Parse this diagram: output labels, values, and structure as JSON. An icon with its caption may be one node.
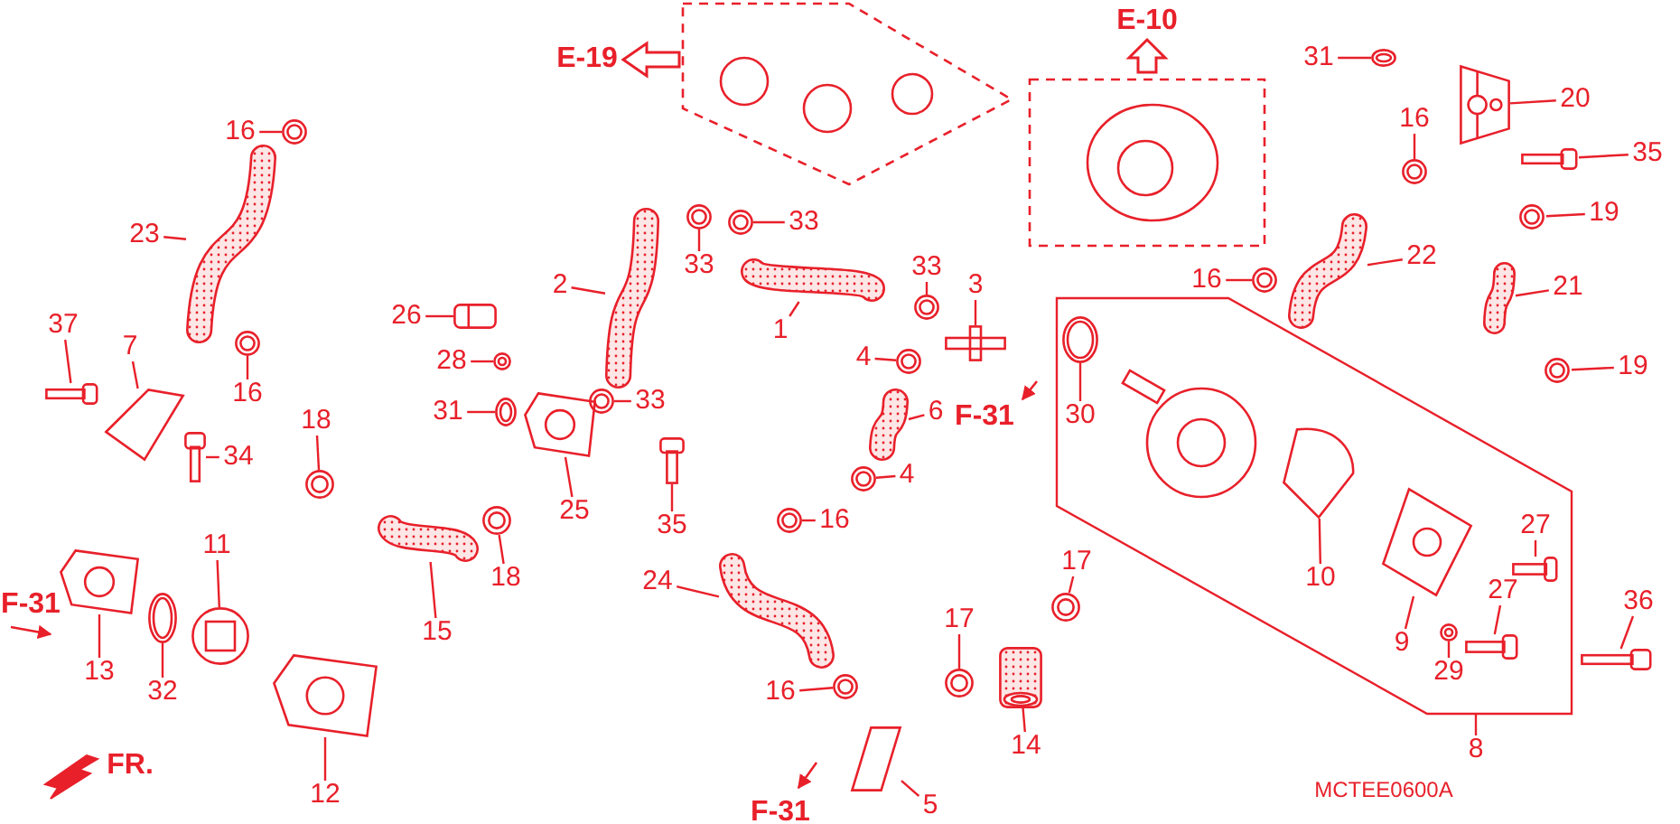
{
  "diagram": {
    "nodes": [
      {
        "text": [
          "16"
        ]
      },
      {
        "text": [
          "23"
        ]
      },
      {
        "text": [
          "37"
        ]
      },
      {
        "text": [
          "7"
        ]
      },
      {
        "text": [
          "16"
        ]
      },
      {
        "text": [
          "34"
        ]
      },
      {
        "text": [
          "13"
        ]
      },
      {
        "text": [
          "32"
        ]
      },
      {
        "text": [
          "11"
        ]
      },
      {
        "text": [
          "12"
        ]
      },
      {
        "text": [
          "18"
        ]
      },
      {
        "text": [
          "15"
        ]
      },
      {
        "text": [
          "18"
        ]
      },
      {
        "text": [
          "26"
        ]
      },
      {
        "text": [
          "28"
        ]
      },
      {
        "text": [
          "31"
        ]
      },
      {
        "text": [
          "25"
        ]
      },
      {
        "text": [
          "2"
        ]
      },
      {
        "text": [
          "33"
        ]
      },
      {
        "text": [
          "33"
        ]
      },
      {
        "text": [
          "33"
        ]
      },
      {
        "text": [
          "35"
        ]
      },
      {
        "text": [
          "1"
        ]
      },
      {
        "text": [
          "33"
        ]
      },
      {
        "text": [
          "3"
        ]
      },
      {
        "text": [
          "4"
        ]
      },
      {
        "text": [
          "6"
        ]
      },
      {
        "text": [
          "4"
        ]
      },
      {
        "text": [
          "24"
        ]
      },
      {
        "text": [
          "16"
        ]
      },
      {
        "text": [
          "16"
        ]
      },
      {
        "text": [
          "17"
        ]
      },
      {
        "text": [
          "17"
        ]
      },
      {
        "text": [
          "14"
        ]
      },
      {
        "text": [
          "5"
        ]
      },
      {
        "text": [
          "30"
        ]
      },
      {
        "text": [
          "31"
        ]
      },
      {
        "text": [
          "20"
        ]
      },
      {
        "text": [
          "35"
        ]
      },
      {
        "text": [
          "16"
        ]
      },
      {
        "text": [
          "19"
        ]
      },
      {
        "text": [
          "22"
        ]
      },
      {
        "text": [
          "21"
        ]
      },
      {
        "text": [
          "19"
        ]
      },
      {
        "text": [
          "16"
        ]
      },
      {
        "text": [
          "10"
        ]
      },
      {
        "text": [
          "27"
        ]
      },
      {
        "text": [
          "27"
        ]
      },
      {
        "text": [
          "9"
        ]
      },
      {
        "text": [
          "29"
        ]
      },
      {
        "text": [
          "36"
        ]
      },
      {
        "text": [
          "8"
        ]
      },
      {
        "text": [],
        "shape": "picture"
      },
      {
        "text": [],
        "shape": "picture"
      },
      {
        "text": [],
        "shape": "picture"
      },
      {
        "text": [],
        "shape": "picture"
      },
      {
        "text": [],
        "shape": "picture"
      },
      {
        "text": [],
        "shape": "picture"
      },
      {
        "text": [],
        "shape": "picture"
      },
      {
        "text": [],
        "shape": "picture"
      },
      {
        "text": [],
        "shape": "picture"
      },
      {
        "text": [],
        "shape": "picture"
      },
      {
        "text": [],
        "shape": "picture"
      },
      {
        "text": [],
        "shape": "picture"
      },
      {
        "text": [],
        "shape": "picture"
      },
      {
        "text": [],
        "shape": "picture"
      },
      {
        "text": [],
        "shape": "picture"
      },
      {
        "text": [],
        "shape": "picture"
      },
      {
        "text": [],
        "shape": "picture"
      },
      {
        "text": [],
        "shape": "picture"
      },
      {
        "text": [],
        "shape": "picture"
      },
      {
        "text": [],
        "shape": "picture"
      },
      {
        "text": [],
        "shape": "picture"
      },
      {
        "text": [],
        "shape": "picture"
      },
      {
        "text": [],
        "shape": "picture"
      },
      {
        "text": [],
        "shape": "picture"
      },
      {
        "text": [],
        "shape": "picture"
      },
      {
        "text": [],
        "shape": "picture"
      },
      {
        "text": [],
        "shape": "picture"
      },
      {
        "text": [],
        "shape": "picture"
      },
      {
        "text": [],
        "shape": "picture"
      },
      {
        "text": [],
        "shape": "picture"
      },
      {
        "text": [],
        "shape": "picture"
      },
      {
        "text": [],
        "shape": "picture"
      },
      {
        "text": [],
        "shape": "picture"
      },
      {
        "text": [],
        "shape": "picture"
      },
      {
        "text": [],
        "shape": "picture"
      },
      {
        "text": [],
        "shape": "picture"
      },
      {
        "text": [],
        "shape": "picture"
      },
      {
        "text": [],
        "shape": "picture"
      },
      {
        "text": [],
        "shape": "picture"
      },
      {
        "text": [],
        "shape": "picture"
      },
      {
        "text": [],
        "shape": "picture"
      },
      {
        "text": [],
        "shape": "picture"
      },
      {
        "text": [],
        "shape": "picture"
      },
      {
        "text": [],
        "shape": "picture"
      },
      {
        "text": [],
        "shape": "picture"
      },
      {
        "text": [],
        "shape": "picture"
      },
      {
        "text": [],
        "shape": "picture"
      },
      {
        "text": [],
        "shape": "picture"
      },
      {
        "text": [],
        "shape": "picture"
      },
      {
        "text": [],
        "shape": "picture"
      },
      {
        "text": [],
        "shape": "picture"
      }
    ],
    "edges": [
      {
        "from": 0,
        "to": 52,
        "arrow": "none"
      },
      {
        "from": 1,
        "to": 53,
        "arrow": "none"
      },
      {
        "from": 2,
        "to": 54,
        "arrow": "none"
      },
      {
        "from": 3,
        "to": 55,
        "arrow": "none"
      },
      {
        "from": 4,
        "to": 56,
        "arrow": "none"
      },
      {
        "from": 5,
        "to": 57,
        "arrow": "none"
      },
      {
        "from": 6,
        "to": 58,
        "arrow": "none"
      },
      {
        "from": 7,
        "to": 59,
        "arrow": "none"
      },
      {
        "from": 8,
        "to": 60,
        "arrow": "none"
      },
      {
        "from": 9,
        "to": 61,
        "arrow": "none"
      },
      {
        "from": 10,
        "to": 62,
        "arrow": "none"
      },
      {
        "from": 11,
        "to": 63,
        "arrow": "none"
      },
      {
        "from": 12,
        "to": 64,
        "arrow": "none"
      },
      {
        "from": 13,
        "to": 65,
        "arrow": "none"
      },
      {
        "from": 14,
        "to": 66,
        "arrow": "none"
      },
      {
        "from": 15,
        "to": 67,
        "arrow": "none"
      },
      {
        "from": 16,
        "to": 68,
        "arrow": "none"
      },
      {
        "from": 17,
        "to": 69,
        "arrow": "none"
      },
      {
        "from": 18,
        "to": 70,
        "arrow": "none"
      },
      {
        "from": 19,
        "to": 71,
        "arrow": "none"
      },
      {
        "from": 20,
        "to": 72,
        "arrow": "none"
      },
      {
        "from": 21,
        "to": 73,
        "arrow": "none"
      },
      {
        "from": 22,
        "to": 74,
        "arrow": "none"
      },
      {
        "from": 23,
        "to": 75,
        "arrow": "none"
      },
      {
        "from": 24,
        "to": 76,
        "arrow": "none"
      },
      {
        "from": 25,
        "to": 77,
        "arrow": "none"
      },
      {
        "from": 26,
        "to": 78,
        "arrow": "none"
      },
      {
        "from": 27,
        "to": 79,
        "arrow": "none"
      },
      {
        "from": 28,
        "to": 80,
        "arrow": "none"
      },
      {
        "from": 29,
        "to": 81,
        "arrow": "none"
      },
      {
        "from": 30,
        "to": 82,
        "arrow": "none"
      },
      {
        "from": 31,
        "to": 83,
        "arrow": "none"
      },
      {
        "from": 32,
        "to": 84,
        "arrow": "none"
      },
      {
        "from": 33,
        "to": 85,
        "arrow": "none"
      },
      {
        "from": 34,
        "to": 86,
        "arrow": "none"
      },
      {
        "from": 35,
        "to": 87,
        "arrow": "none"
      },
      {
        "from": 36,
        "to": 88,
        "arrow": "none"
      },
      {
        "from": 37,
        "to": 89,
        "arrow": "none"
      },
      {
        "from": 38,
        "to": 90,
        "arrow": "none"
      },
      {
        "from": 39,
        "to": 91,
        "arrow": "none"
      },
      {
        "from": 40,
        "to": 92,
        "arrow": "none"
      },
      {
        "from": 41,
        "to": 93,
        "arrow": "none"
      },
      {
        "from": 42,
        "to": 94,
        "arrow": "none"
      },
      {
        "from": 43,
        "to": 95,
        "arrow": "none"
      },
      {
        "from": 44,
        "to": 96,
        "arrow": "none"
      },
      {
        "from": 45,
        "to": 97,
        "arrow": "none"
      },
      {
        "from": 46,
        "to": 98,
        "arrow": "none"
      },
      {
        "from": 47,
        "to": 99,
        "arrow": "none"
      },
      {
        "from": 48,
        "to": 100,
        "arrow": "none"
      },
      {
        "from": 49,
        "to": 101,
        "arrow": "none"
      },
      {
        "from": 50,
        "to": 102,
        "arrow": "none"
      },
      {
        "from": 51,
        "to": null,
        "arrow": "none"
      }
    ],
    "labels": [
      "E-19",
      "E-10",
      "F-31",
      "F-31",
      "F-31",
      "FR.",
      "MCTEE0600A"
    ]
  }
}
